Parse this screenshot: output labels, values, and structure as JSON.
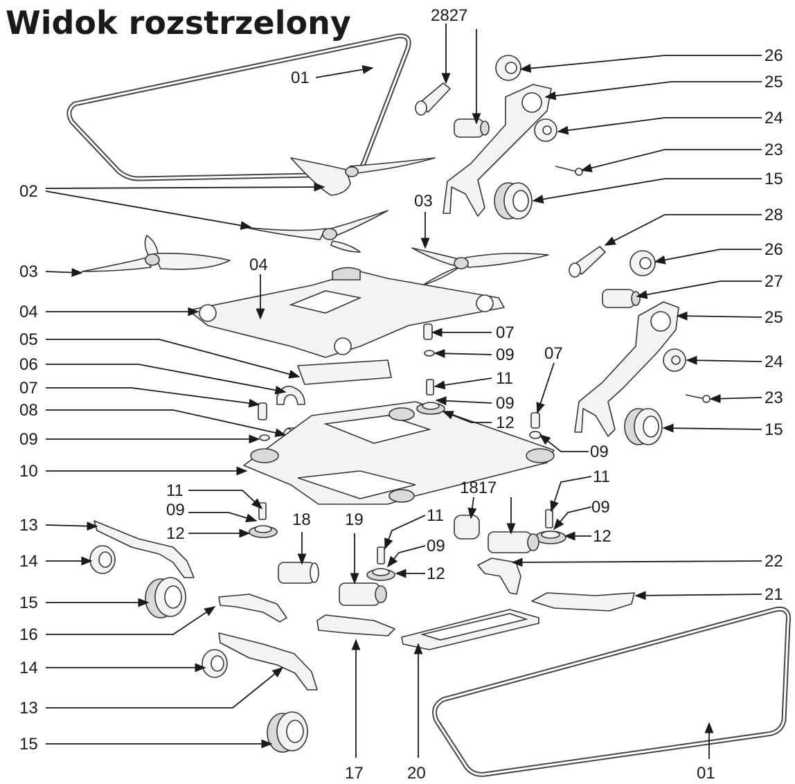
{
  "title": "Widok rozstrzelony",
  "labels": {
    "l2827": "2827",
    "l01a": "01",
    "l02": "02",
    "l03a": "03",
    "l03b": "03",
    "l04a": "04",
    "l04b": "04",
    "l05": "05",
    "l06": "06",
    "l07a": "07",
    "l07b": "07",
    "l07c": "07",
    "l08": "08",
    "l09a": "09",
    "l09b": "09",
    "l09c": "09",
    "l09d": "09",
    "l09e": "09",
    "l09f": "09",
    "l09g": "09",
    "l10": "10",
    "l11a": "11",
    "l11b": "11",
    "l11c": "11",
    "l11d": "11",
    "l12a": "12",
    "l12b": "12",
    "l12c": "12",
    "l12d": "12",
    "l13a": "13",
    "l13b": "13",
    "l14a": "14",
    "l14b": "14",
    "l15a": "15",
    "l15b": "15",
    "l15c": "15",
    "l15d": "15",
    "l16": "16",
    "l17": "17",
    "l1817": "1817",
    "l18": "18",
    "l19": "19",
    "l20": "20",
    "l21": "21",
    "l22": "22",
    "l23a": "23",
    "l23b": "23",
    "l24a": "24",
    "l24b": "24",
    "l25a": "25",
    "l25b": "25",
    "l26a": "26",
    "l26b": "26",
    "l27": "27",
    "l28": "28",
    "l01b": "01"
  }
}
